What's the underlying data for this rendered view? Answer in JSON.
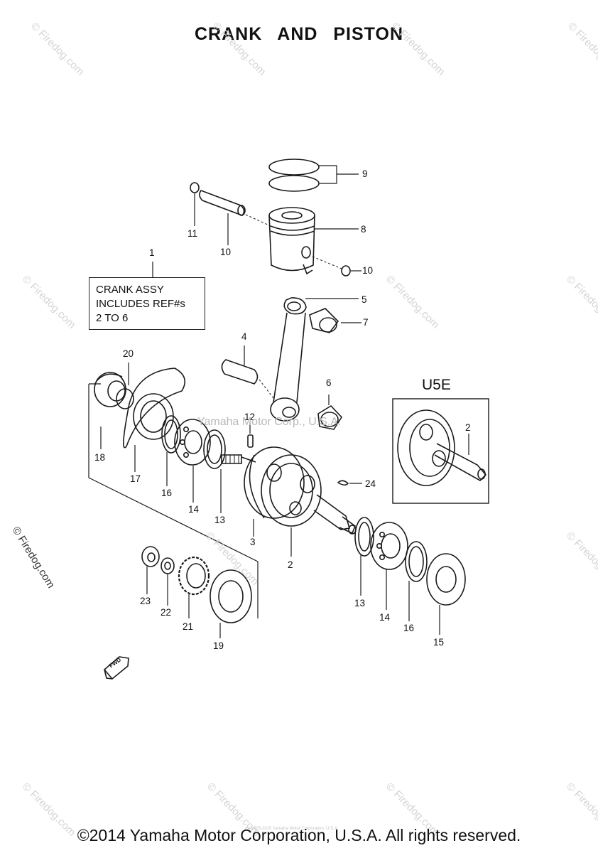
{
  "title": "CRANK  AND  PISTON",
  "note": {
    "line1": "CRANK ASSY",
    "line2": "INCLUDES REF#s",
    "line3": "2 TO 6"
  },
  "variant_label": "U5E",
  "callouts": [
    "1",
    "2",
    "2",
    "2",
    "3",
    "4",
    "5",
    "6",
    "7",
    "8",
    "9",
    "10",
    "10",
    "11",
    "12",
    "13",
    "13",
    "14",
    "14",
    "15",
    "16",
    "16",
    "17",
    "18",
    "19",
    "20",
    "21",
    "22",
    "23",
    "24"
  ],
  "watermark": "© Firedog.com",
  "watermark_center": "Yamaha Motor Corp., U.S.A.",
  "watermark_small": "(c) 2005-2015 Yamaha Motor Corporation, U.S.A.",
  "direction_mark": "FWD",
  "copyright": "©2014 Yamaha Motor Corporation, U.S.A. All rights reserved."
}
